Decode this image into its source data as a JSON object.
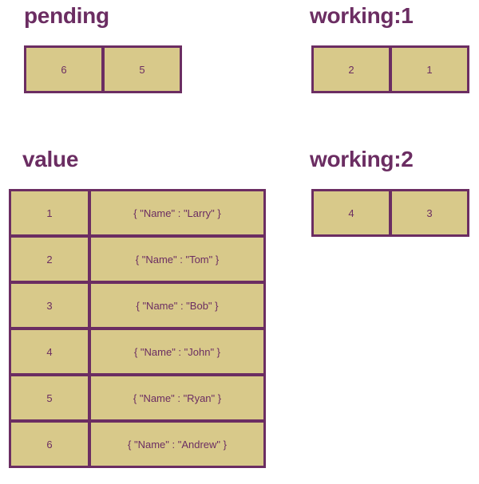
{
  "pending": {
    "title": "pending",
    "items": [
      "6",
      "5"
    ]
  },
  "working1": {
    "title": "working:1",
    "items": [
      "2",
      "1"
    ]
  },
  "value": {
    "title": "value",
    "rows": [
      {
        "key": "1",
        "val": "{ \"Name\" : \"Larry\" }"
      },
      {
        "key": "2",
        "val": "{ \"Name\" : \"Tom\" }"
      },
      {
        "key": "3",
        "val": "{ \"Name\" : \"Bob\" }"
      },
      {
        "key": "4",
        "val": "{ \"Name\" : \"John\" }"
      },
      {
        "key": "5",
        "val": "{ \"Name\" : \"Ryan\" }"
      },
      {
        "key": "6",
        "val": "{ \"Name\" : \"Andrew\" }"
      }
    ]
  },
  "working2": {
    "title": "working:2",
    "items": [
      "4",
      "3"
    ]
  },
  "colors": {
    "text": "#6b2d62",
    "cell_fill": "#d8c98a",
    "border": "#6b2d62"
  }
}
